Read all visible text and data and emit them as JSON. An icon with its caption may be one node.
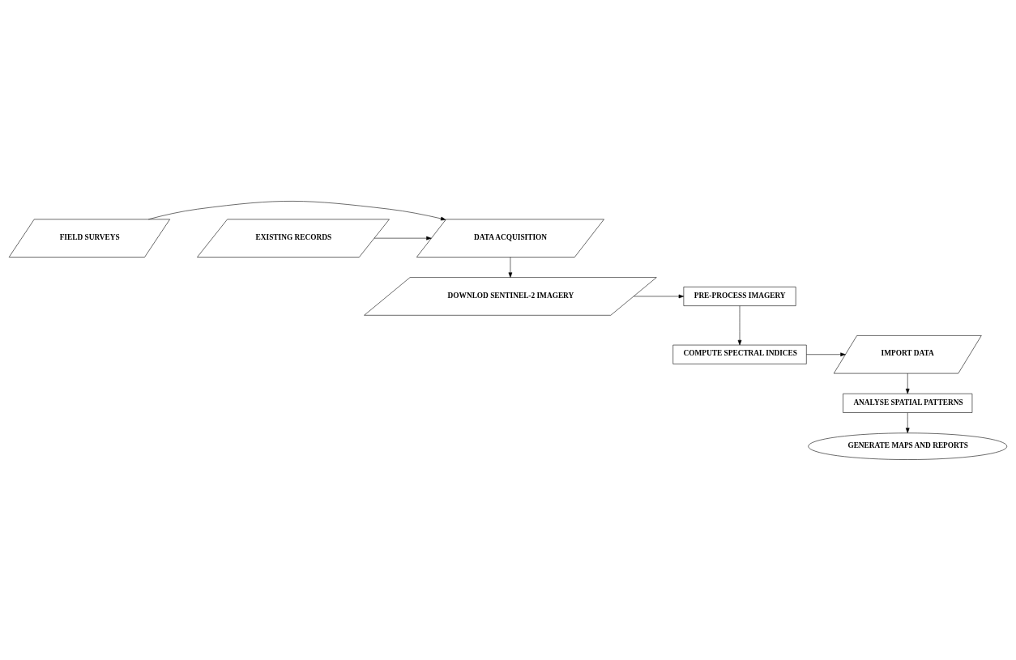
{
  "diagram": {
    "nodes": [
      {
        "text": [
          "FIELD SURVEYS"
        ]
      },
      {
        "text": [
          "DATA ACQUISITION"
        ]
      },
      {
        "text": [
          "EXISTING RECORDS"
        ]
      },
      {
        "text": [
          "DOWNLOD SENTINEL-2 IMAGERY"
        ]
      },
      {
        "text": [
          "PRE-PROCESS IMAGERY"
        ]
      },
      {
        "text": [
          "COMPUTE SPECTRAL INDICES"
        ]
      },
      {
        "text": [
          "IMPORT DATA"
        ]
      },
      {
        "text": [
          "ANALYSE SPATIAL PATTERNS"
        ]
      },
      {
        "text": [
          "GENERATE MAPS AND REPORTS"
        ]
      }
    ],
    "edges": [
      {
        "from": 0,
        "to": 1,
        "arrow": "to"
      },
      {
        "from": 2,
        "to": 1,
        "arrow": "to"
      },
      {
        "from": 1,
        "to": 3,
        "arrow": "to"
      },
      {
        "from": 3,
        "to": 4,
        "arrow": "to"
      },
      {
        "from": 4,
        "to": 5,
        "arrow": "to"
      },
      {
        "from": 5,
        "to": 6,
        "arrow": "to"
      },
      {
        "from": 6,
        "to": 7,
        "arrow": "to"
      },
      {
        "from": 7,
        "to": 8,
        "arrow": "to"
      }
    ]
  }
}
